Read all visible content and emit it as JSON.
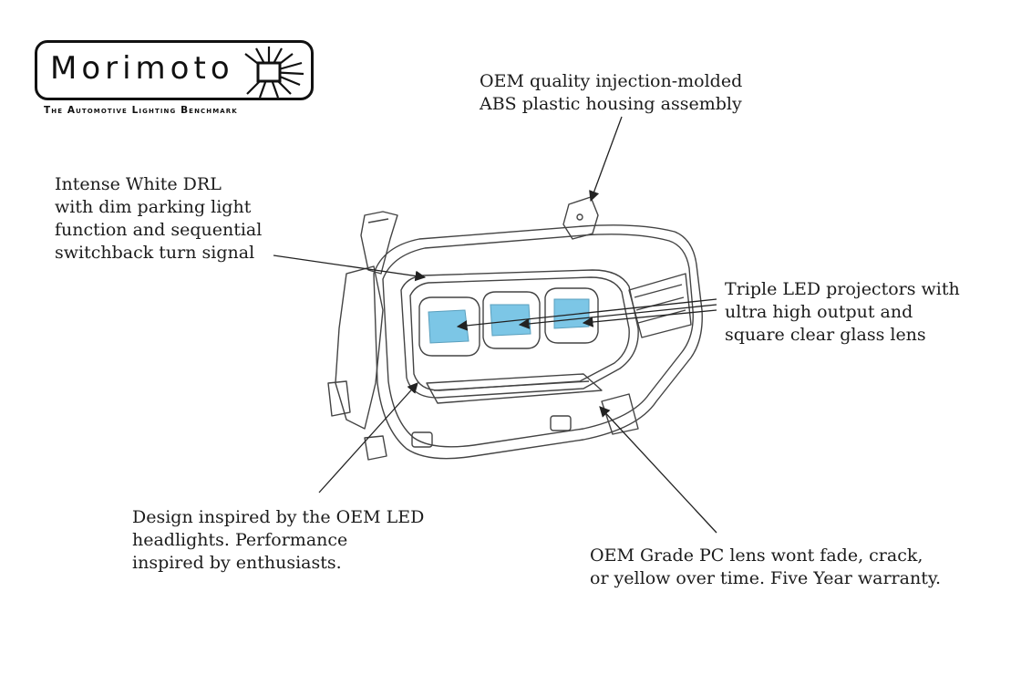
{
  "logo": {
    "wordmark": "Morimoto",
    "tagline": "The Automotive Lighting Benchmark"
  },
  "callouts": {
    "housing": {
      "lines": [
        "OEM quality injection-molded",
        "ABS plastic housing assembly"
      ]
    },
    "drl": {
      "lines": [
        "Intense White DRL",
        "with dim parking light",
        "function and sequential",
        "switchback turn signal"
      ]
    },
    "projectors": {
      "lines": [
        "Triple LED projectors with",
        "ultra high output and",
        "square clear glass lens"
      ]
    },
    "design": {
      "lines": [
        "Design inspired by the OEM LED",
        "headlights. Performance",
        "inspired by enthusiasts."
      ]
    },
    "lens": {
      "lines": [
        "OEM Grade PC lens wont fade, crack,",
        "or yellow over time. Five Year warranty."
      ]
    }
  },
  "colors": {
    "lens_blue": "#7cc6e6",
    "outline": "#333333",
    "arrow": "#222222"
  }
}
